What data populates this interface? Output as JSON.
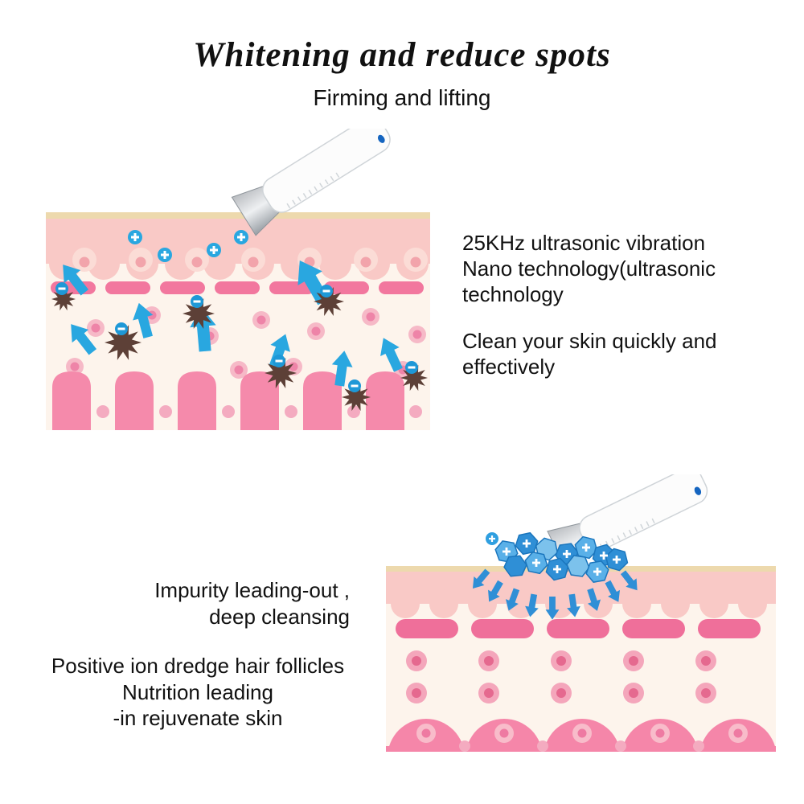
{
  "header": {
    "title": "Whitening and reduce spots",
    "subtitle": "Firming and lifting"
  },
  "right_text": {
    "para1": "25KHz ultrasonic vibration\nNano technology(ultrasonic\ntechnology",
    "para2": "Clean your skin quickly and\neffectively"
  },
  "left_text": {
    "para1": "Impurity leading-out ,\ndeep cleansing",
    "para2": "Positive ion dredge hair follicles\nNutrition leading\n-in rejuvenate skin"
  },
  "illustrations": {
    "top": "ultrasonic scrubber lifting impurities out of skin with negative ions",
    "bottom": "ultrasonic scrubber leading positive ions and nutrition into skin",
    "ion_positive_sign": "+",
    "ion_negative_sign": "−"
  },
  "colors": {
    "ion_blue": "#29a7e0",
    "ion_hex_blue": "#2f8fd6",
    "impurity_brown": "#5d4037",
    "skin_surface_tan": "#edd9ad",
    "skin_band_pink": "#f9c9c6",
    "capsule_pink": "#f2779e",
    "dermis_cream": "#fdf4ec",
    "papilla_pink": "#f58aab",
    "device_white": "#fcfcfc",
    "device_logo_blue": "#1565c0"
  }
}
